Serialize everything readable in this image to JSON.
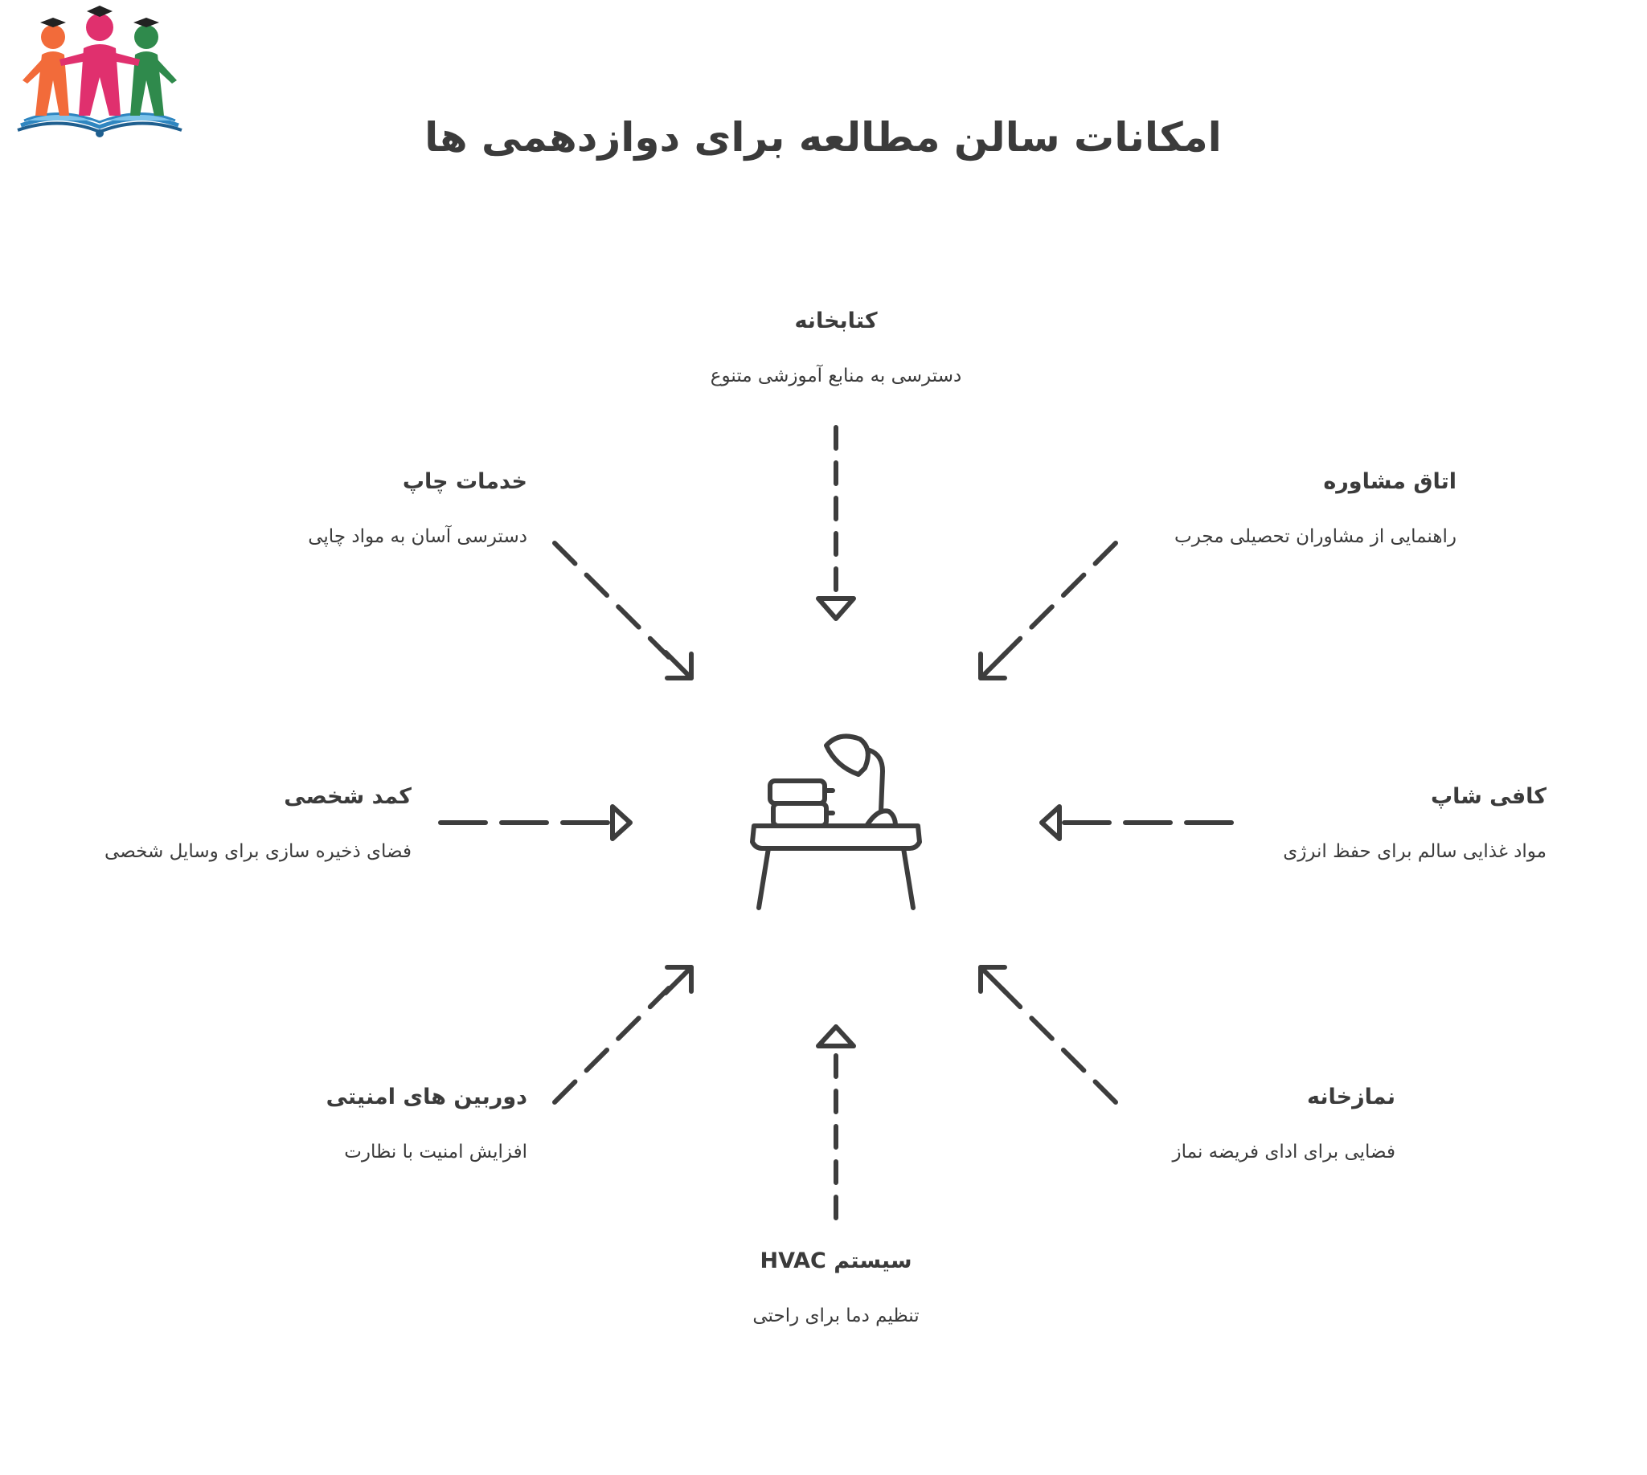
{
  "title": "امکانات سالن مطالعه برای دوازدهمی ها",
  "logo": {
    "icon": "education-logo-icon",
    "colors": [
      "#f26b3a",
      "#e0306e",
      "#2f8a4c",
      "#1f7fb8"
    ]
  },
  "center": {
    "icon": "study-desk-icon"
  },
  "nodes": {
    "library": {
      "title": "کتابخانه",
      "desc": "دسترسی به منابع آموزشی متنوع"
    },
    "print": {
      "title": "خدمات چاپ",
      "desc": "دسترسی آسان به مواد چاپی"
    },
    "counseling": {
      "title": "اتاق مشاوره",
      "desc": "راهنمایی از مشاوران تحصیلی مجرب"
    },
    "locker": {
      "title": "کمد شخصی",
      "desc": "فضای ذخیره سازی برای وسایل شخصی"
    },
    "coffee": {
      "title": "کافی شاپ",
      "desc": "مواد غذایی سالم برای حفظ انرژی"
    },
    "cameras": {
      "title": "دوربین های امنیتی",
      "desc": "افزایش امنیت با نظارت"
    },
    "prayer": {
      "title": "نمازخانه",
      "desc": "فضایی برای ادای فریضه نماز"
    },
    "hvac": {
      "title": "سیستم HVAC",
      "desc": "تنظیم دما برای راحتی"
    }
  }
}
